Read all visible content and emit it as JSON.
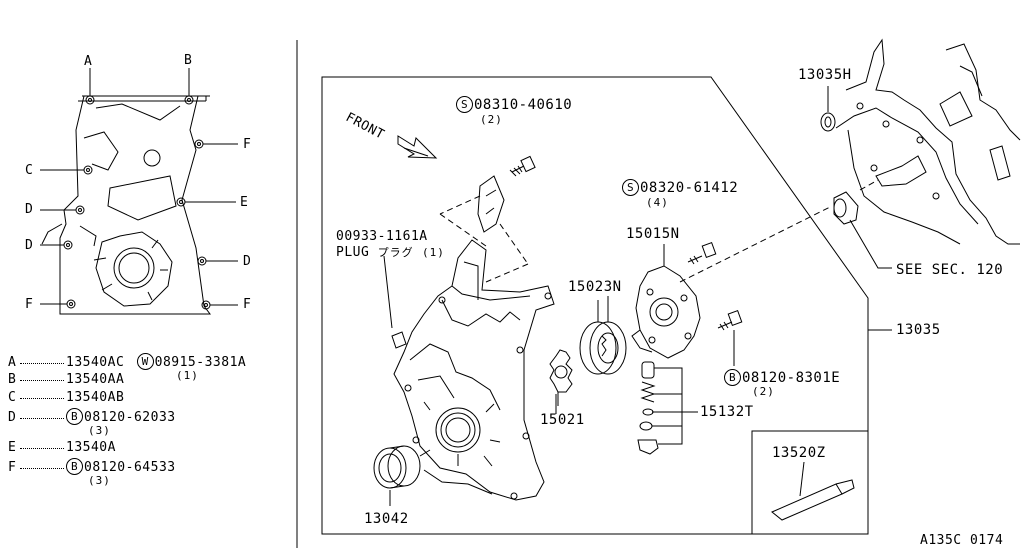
{
  "inset": {
    "markers": {
      "a": "A",
      "b": "B",
      "c": "C",
      "d1": "D",
      "d2": "D",
      "d3": "D",
      "e": "E",
      "f1": "F",
      "f2": "F",
      "f3": "F"
    }
  },
  "legend": [
    {
      "key": "A",
      "part": "13540AC",
      "prefix": "W",
      "extra": "08915-3381A",
      "qty": "(1)"
    },
    {
      "key": "B",
      "part": "13540AA"
    },
    {
      "key": "C",
      "part": "13540AB"
    },
    {
      "key": "D",
      "prefix": "B",
      "part": "08120-62033",
      "qty": "(3)"
    },
    {
      "key": "E",
      "part": "13540A"
    },
    {
      "key": "F",
      "prefix": "B",
      "part": "08120-64533",
      "qty": "(3)"
    }
  ],
  "main": {
    "front_label": "FRONT",
    "callouts": {
      "bolt_top": {
        "prefix": "S",
        "part": "08310-40610",
        "qty": "(2)"
      },
      "plug_part": "00933-1161A",
      "plug_name": "PLUG",
      "plug_jp": "プラグ",
      "plug_qty": "(1)",
      "bolt_pump": {
        "prefix": "S",
        "part": "08320-61412",
        "qty": "(4)"
      },
      "pump_body": "15015N",
      "rotor_outer": "15023N",
      "rotor_inner": "15021",
      "oil_seal": "13042",
      "relief_valve": "15132T",
      "pump_bolt_b": {
        "prefix": "B",
        "part": "08120-8301E",
        "qty": "(2)"
      },
      "front_cover": "13035",
      "sealant": "13520Z",
      "gasket_h": "13035H",
      "see_sec": "SEE SEC. 120"
    }
  },
  "footer": {
    "code": "A135C 0174"
  }
}
